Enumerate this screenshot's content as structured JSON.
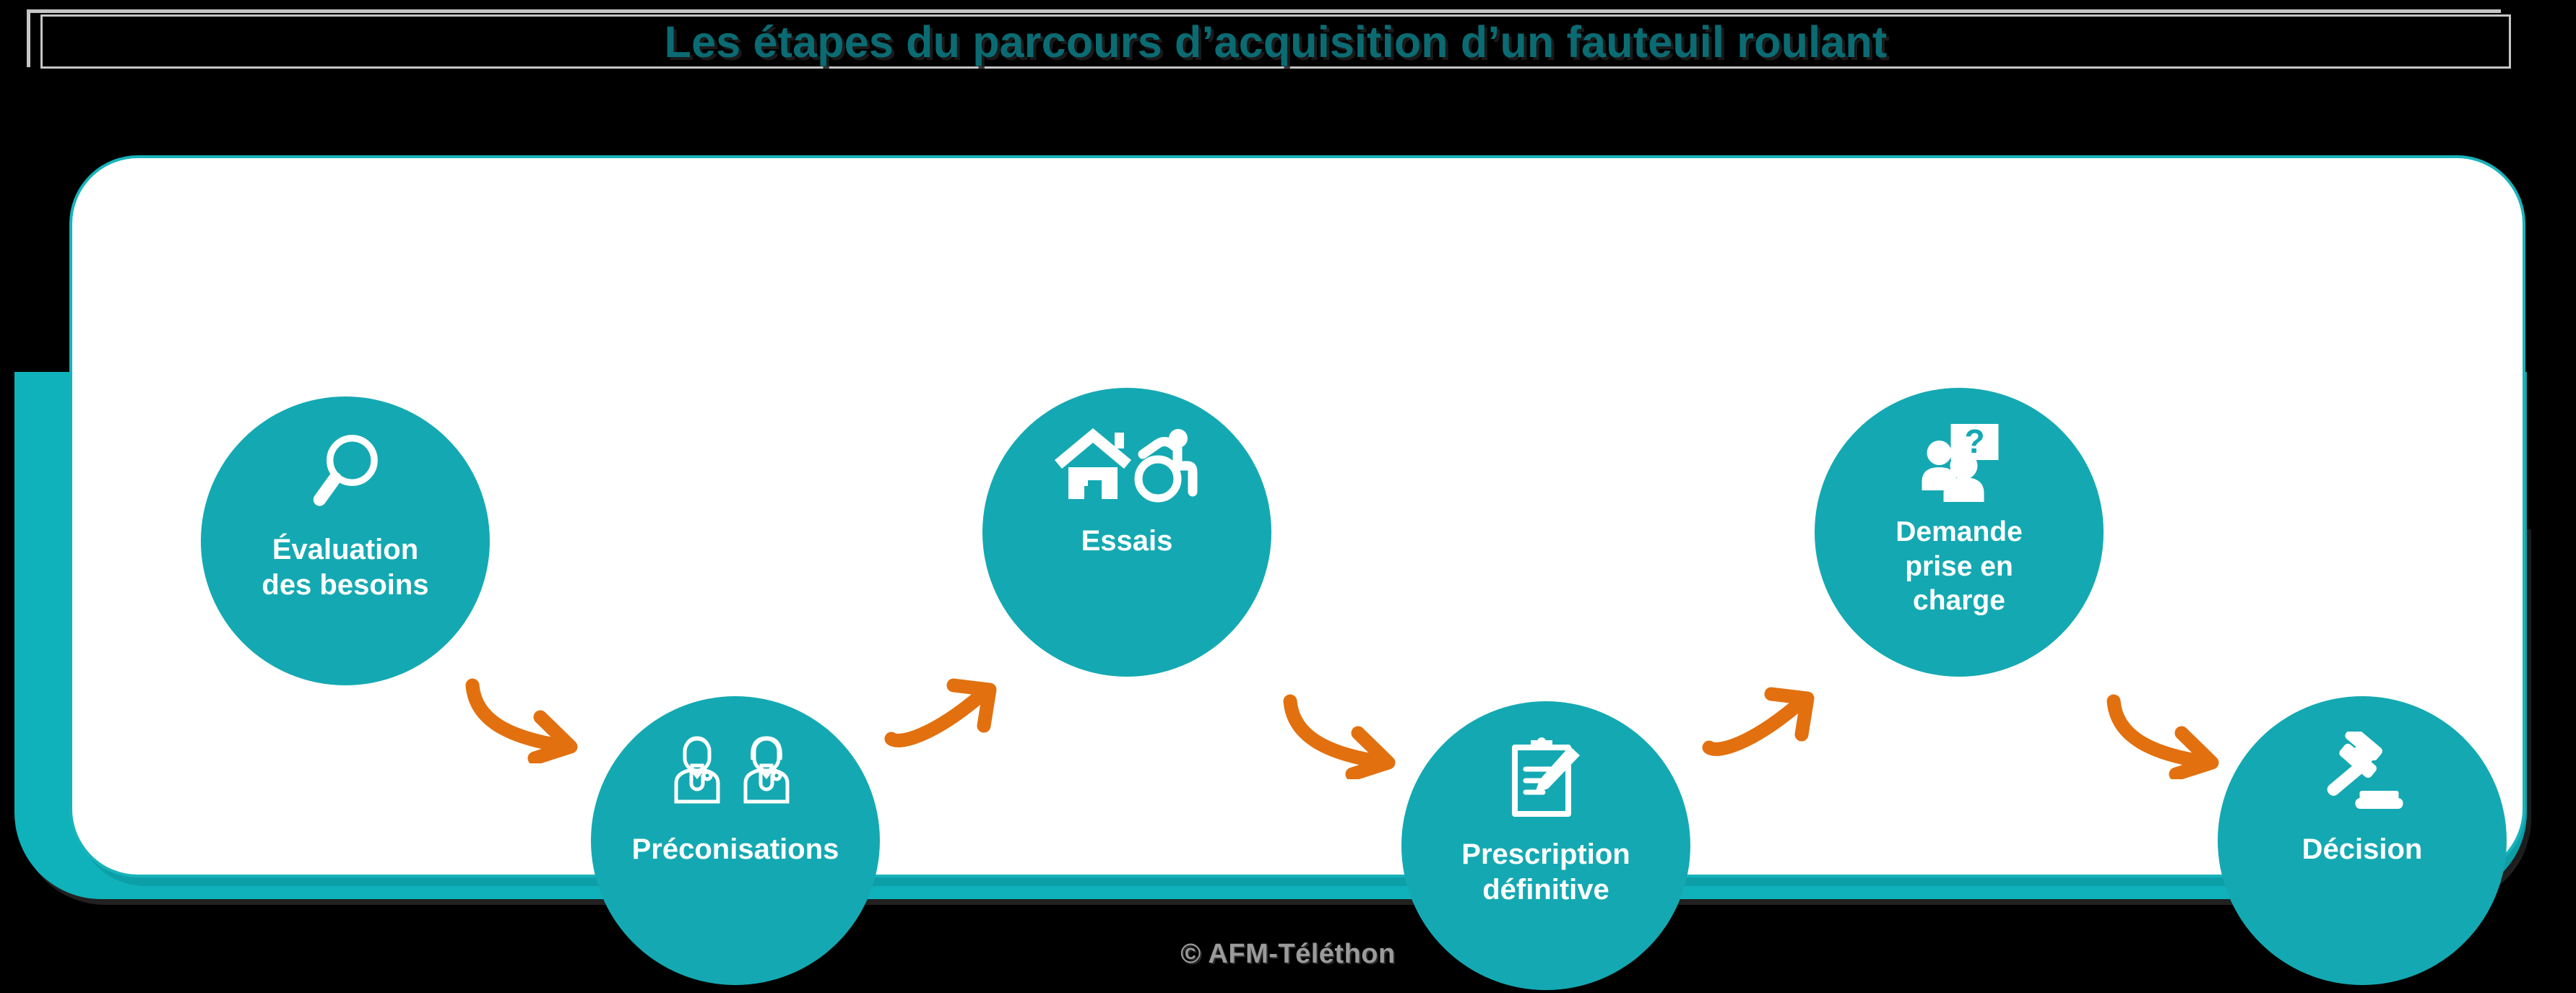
{
  "header": {
    "title": "Les étapes du parcours d’acquisition d’un fauteuil roulant"
  },
  "colors": {
    "teal_circle": "#14a9b2",
    "teal_plate": "#0fb2bb",
    "teal_border": "#17b3bb",
    "title_text": "#0b6b73",
    "arrow_orange": "#e2700f",
    "card_background": "#ffffff",
    "page_background": "#000000",
    "footer_text": "#9b9b9b"
  },
  "flow": {
    "steps": [
      {
        "label": "Évaluation\ndes besoins",
        "line1": "Évaluation",
        "line2": "des besoins",
        "line3": "",
        "icon": "magnifier-icon",
        "order": 1
      },
      {
        "label": "Préconisations",
        "line1": "Préconisations",
        "line2": "",
        "line3": "",
        "icon": "two-doctors-icon",
        "order": 2
      },
      {
        "label": "Essais",
        "line1": "Essais",
        "line2": "",
        "line3": "",
        "icon": "house-wheelchair-icon",
        "order": 3
      },
      {
        "label": "Prescription\ndéfinitive",
        "line1": "Prescription",
        "line2": "définitive",
        "line3": "",
        "icon": "clipboard-pencil-icon",
        "order": 4
      },
      {
        "label": "Demande\nprise en\ncharge",
        "line1": "Demande",
        "line2": "prise en",
        "line3": "charge",
        "icon": "people-question-icon",
        "order": 5
      },
      {
        "label": "Décision",
        "line1": "Décision",
        "line2": "",
        "line3": "",
        "icon": "gavel-icon",
        "order": 6
      }
    ],
    "arrows": [
      {
        "name": "arrow-down-right-icon",
        "direction": "down-right",
        "from": "Évaluation des besoins",
        "to": "Préconisations"
      },
      {
        "name": "arrow-up-right-icon",
        "direction": "up-right",
        "from": "Préconisations",
        "to": "Essais"
      },
      {
        "name": "arrow-down-right-icon",
        "direction": "down-right",
        "from": "Essais",
        "to": "Prescription définitive"
      },
      {
        "name": "arrow-up-right-icon",
        "direction": "up-right",
        "from": "Prescription définitive",
        "to": "Demande prise en charge"
      },
      {
        "name": "arrow-down-right-icon",
        "direction": "down-right",
        "from": "Demande prise en charge",
        "to": "Décision"
      }
    ]
  },
  "footer": {
    "credit": "© AFM-Téléthon"
  }
}
